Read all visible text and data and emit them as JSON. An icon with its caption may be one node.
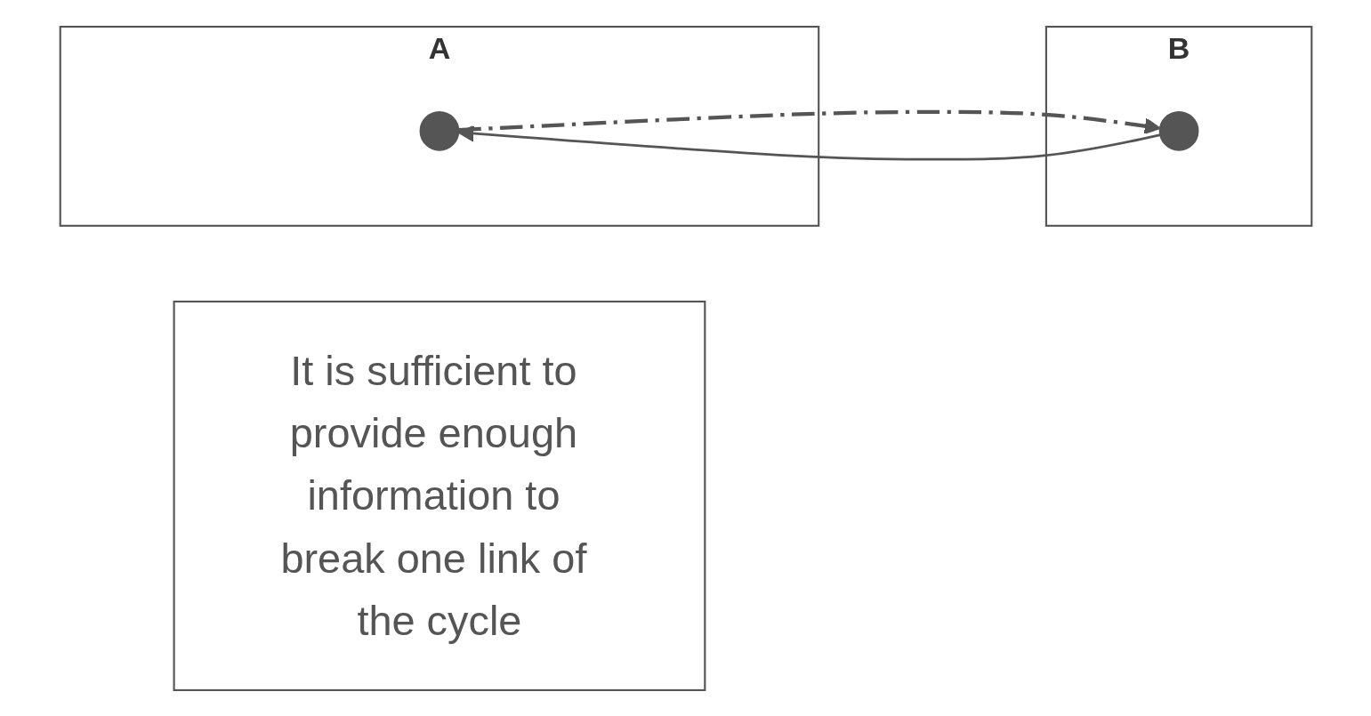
{
  "diagram": {
    "nodes": [
      {
        "text": [
          "A"
        ]
      },
      {
        "text": [
          "B"
        ]
      },
      {
        "text": [],
        "shape": "circle",
        "in": 0
      },
      {
        "text": [],
        "shape": "circle",
        "in": 1
      },
      {
        "text": [
          "It is sufficient to provide enough information to break one link of the cycle"
        ]
      }
    ],
    "edges": [
      {
        "from": 2,
        "to": 3,
        "arrow": "to",
        "style": "dashed"
      },
      {
        "from": 3,
        "to": 2,
        "arrow": "to"
      }
    ]
  }
}
